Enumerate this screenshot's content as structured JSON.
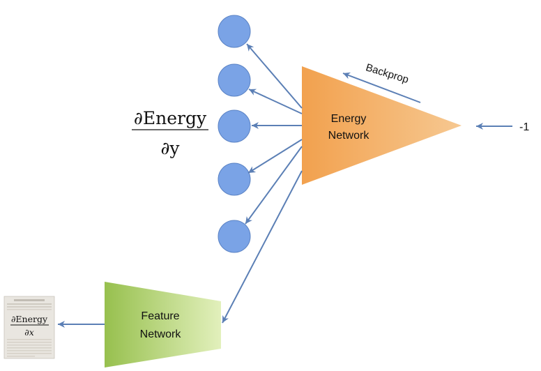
{
  "colors": {
    "arrow": "#5b7fb5",
    "node_fill": "#7aa3e6",
    "node_stroke": "#5a82c4",
    "energy_start": "#f2a14e",
    "energy_end": "#f6c891",
    "feature_start": "#97c04e",
    "feature_end": "#e2f0bc"
  },
  "energy_network": {
    "line1": "Energy",
    "line2": "Network"
  },
  "feature_network": {
    "line1": "Feature",
    "line2": "Network"
  },
  "backprop": {
    "label": "Backprop"
  },
  "input_value": {
    "label": "-1"
  },
  "output_gradient": {
    "numerator": "∂Energy",
    "denominator": "∂y"
  },
  "input_gradient": {
    "numerator": "∂Energy",
    "denominator": "∂x"
  }
}
